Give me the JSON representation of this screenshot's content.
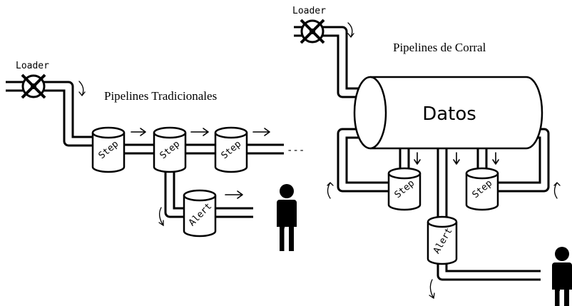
{
  "left": {
    "loader_label": "Loader",
    "title": "Pipelines Tradicionales",
    "steps": [
      "Step",
      "Step",
      "Step"
    ],
    "ellipsis": "---",
    "alert_label": "Alert"
  },
  "right": {
    "loader_label": "Loader",
    "title": "Pipelines de Corral",
    "data_tank_label": "Datos",
    "steps": [
      "Step",
      "Step"
    ],
    "alert_label": "Alert"
  },
  "icons": [
    "valve-wheel-icon",
    "person-icon",
    "flow-arrow-icon",
    "swirl-arrow-icon"
  ],
  "colors": {
    "ink": "#000000",
    "background": "#ffffff"
  }
}
